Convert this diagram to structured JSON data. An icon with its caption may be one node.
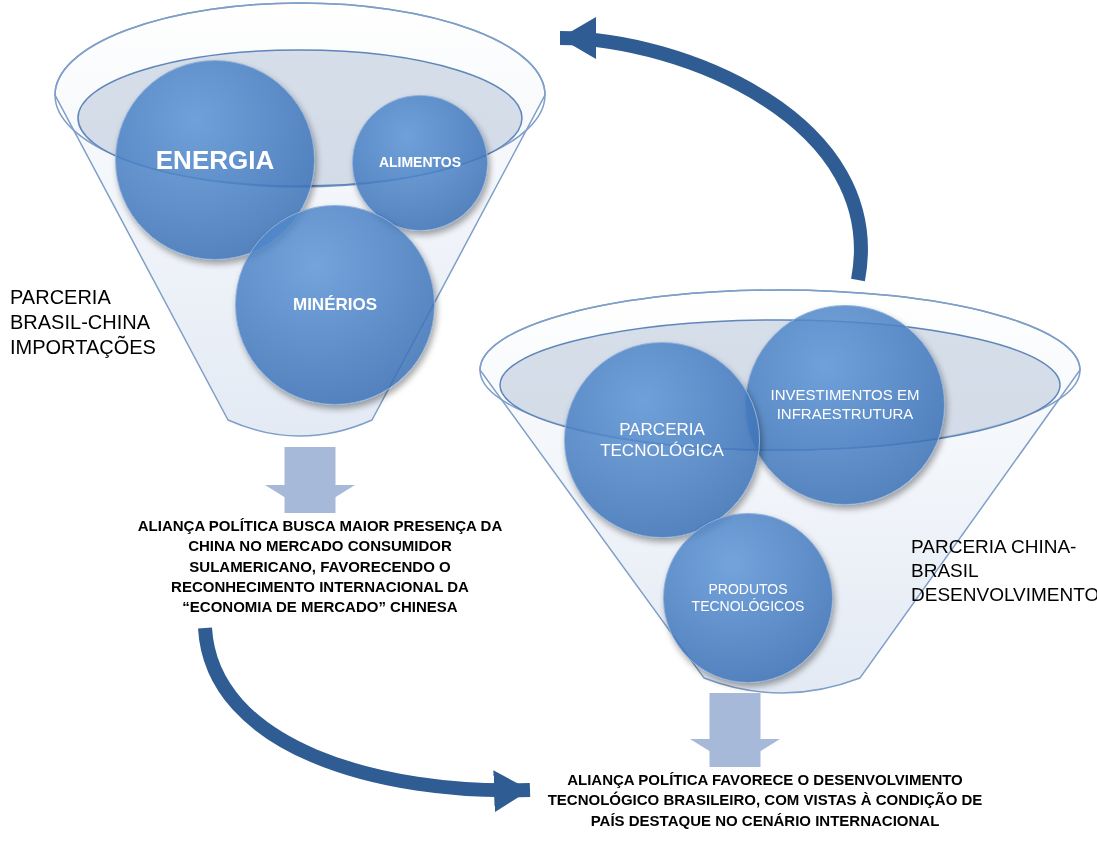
{
  "diagram": {
    "nodes": [
      {
        "text": [
          "PARCERIA BRASIL-CHINA IMPORTAÇÕES"
        ]
      },
      {
        "text": [
          "ENERGIA"
        ],
        "in": 0
      },
      {
        "text": [
          "ALIMENTOS"
        ],
        "in": 0
      },
      {
        "text": [
          "MINÉRIOS"
        ],
        "in": 0
      },
      {
        "text": [
          "ALIANÇA POLÍTICA BUSCA MAIOR PRESENÇA DA CHINA NO MERCADO CONSUMIDOR SULAMERICANO, FAVORECENDO O RECONHECIMENTO INTERNACIONAL DA “ECONOMIA DE MERCADO” CHINESA"
        ]
      },
      {
        "text": [
          "PARCERIA CHINA-BRASIL DESENVOLVIMENTO"
        ]
      },
      {
        "text": [
          "INVESTIMENTOS EM INFRAESTRUTURA"
        ],
        "in": 5
      },
      {
        "text": [
          "PARCERIA TECNOLÓGICA"
        ],
        "in": 5
      },
      {
        "text": [
          "PRODUTOS TECNOLÓGICOS"
        ],
        "in": 5
      },
      {
        "text": [
          "ALIANÇA POLÍTICA FAVORECE O DESENVOLVIMENTO TECNOLÓGICO BRASILEIRO, COM VISTAS À CONDIÇÃO DE PAÍS DESTAQUE NO CENÁRIO INTERNACIONAL"
        ]
      }
    ],
    "edges": [
      {
        "from": 0,
        "to": 4,
        "arrow": "to",
        "style": "thick",
        "color": "#a7b9d9"
      },
      {
        "from": 5,
        "to": 9,
        "arrow": "to",
        "style": "thick",
        "color": "#a7b9d9"
      },
      {
        "from": 4,
        "to": 9,
        "arrow": "to",
        "color": "#2f5c92"
      },
      {
        "from": 5,
        "to": 0,
        "arrow": "to",
        "color": "#2f5c92"
      }
    ]
  }
}
